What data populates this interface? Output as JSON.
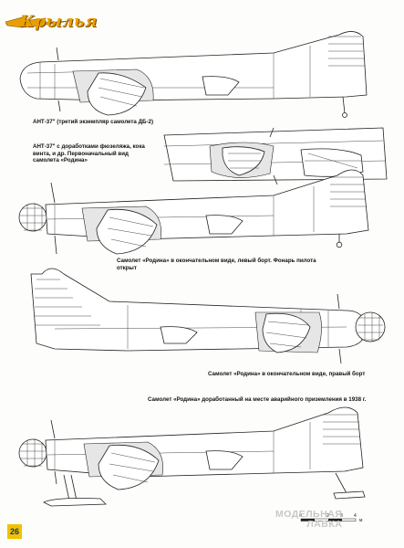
{
  "header": {
    "logo_text": "Крылья",
    "accent": "#e8a000"
  },
  "captions": {
    "c1": "АНТ-37\" (третий экземпляр самолета ДБ-2)",
    "c2": "АНТ-37\" с доработками фюзеляжа, кока винта, и др. Первоначальный вид самолета «Родина»",
    "c3": "Самолет «Родина» в окончательном виде, левый борт. Фонарь пилота открыт",
    "c4": "Самолет «Родина» в окончательном виде, правый борт",
    "c5": "Самолет «Родина» доработанный на месте аварийного приземления в 1938 г."
  },
  "page_number": "26",
  "scale": {
    "zero": "0",
    "one": "1",
    "two": "2",
    "three": "3",
    "four": "4",
    "unit": "м"
  },
  "watermark": {
    "line1": "МОДЕЛЬНАЯ",
    "line2": "ЛАВКА"
  }
}
